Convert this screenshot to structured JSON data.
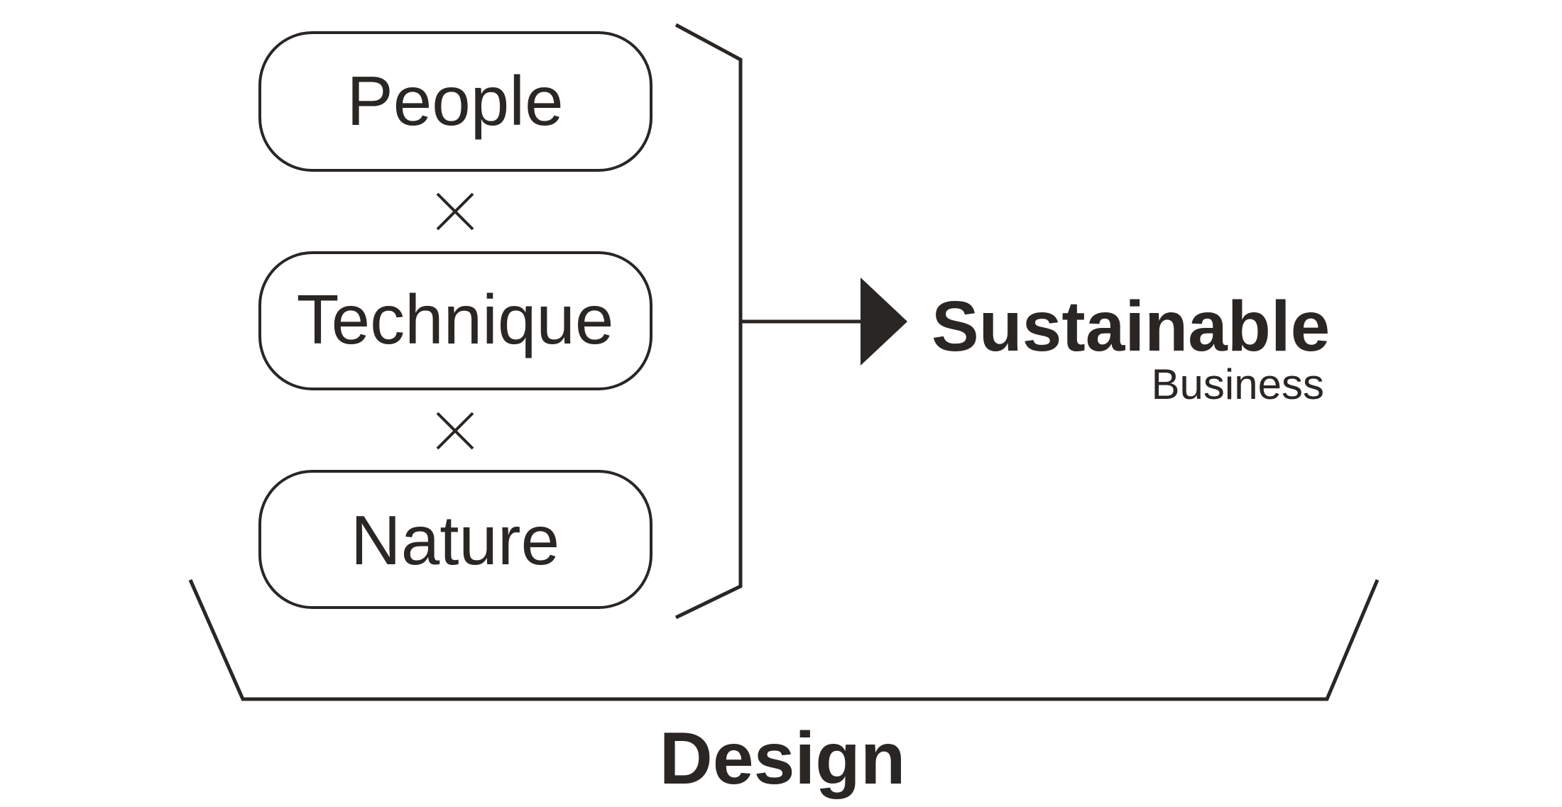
{
  "boxes": {
    "people": "People",
    "technique": "Technique",
    "nature": "Nature"
  },
  "operators": {
    "multiply_1": "×",
    "multiply_2": "×"
  },
  "result": {
    "title": "Sustainable",
    "subtitle": "Business"
  },
  "base_label": "Design",
  "colors": {
    "ink": "#2a2624",
    "background": "#ffffff"
  }
}
